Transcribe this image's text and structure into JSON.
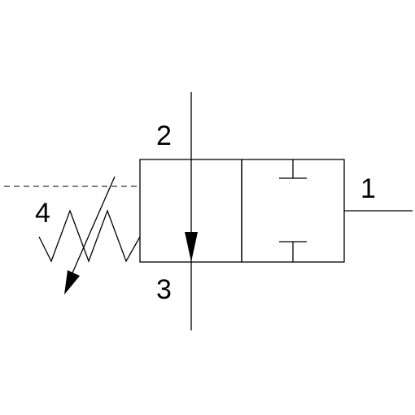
{
  "diagram": {
    "ports": {
      "port_1": "1",
      "port_2": "2",
      "port_3": "3",
      "port_4": "4"
    },
    "colors": {
      "line": "#000000",
      "background": "#ffffff"
    }
  }
}
